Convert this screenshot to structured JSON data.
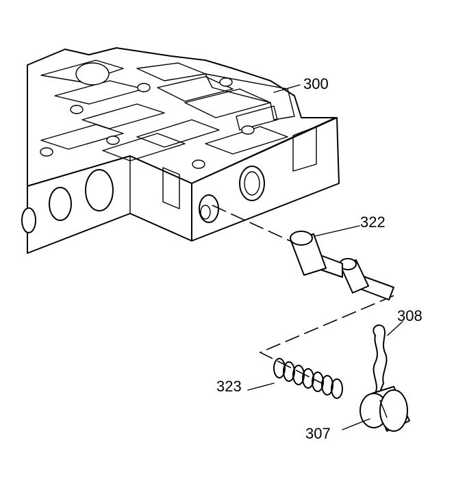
{
  "diagram": {
    "callouts": [
      {
        "id": "300",
        "label": "300",
        "part": "valve-body"
      },
      {
        "id": "322",
        "label": "322",
        "part": "valve"
      },
      {
        "id": "308",
        "label": "308",
        "part": "retainer-clip"
      },
      {
        "id": "323",
        "label": "323",
        "part": "spring"
      },
      {
        "id": "307",
        "label": "307",
        "part": "plug"
      }
    ],
    "colors": {
      "ink": "#000000",
      "background": "#ffffff"
    }
  }
}
